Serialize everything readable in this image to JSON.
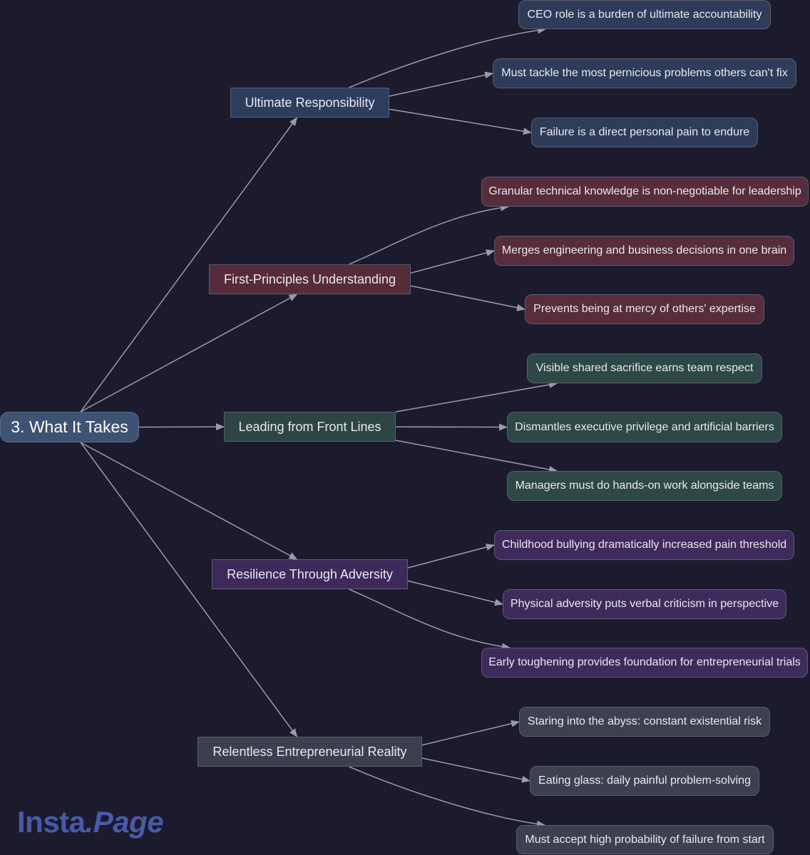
{
  "root": {
    "label": "3. What It Takes",
    "fill": "#3e5274"
  },
  "branches": [
    {
      "label": "Ultimate Responsibility",
      "fill": "#2e3d5c",
      "leafFill": "#2f3c59",
      "children": [
        "CEO role is a burden of ultimate accountability",
        "Must tackle the most pernicious problems others can't fix",
        "Failure is a direct personal pain to endure"
      ]
    },
    {
      "label": "First-Principles Understanding",
      "fill": "#562c3a",
      "leafFill": "#572d3b",
      "children": [
        "Granular technical knowledge is non-negotiable for leadership",
        "Merges engineering and business decisions in one brain",
        "Prevents being at mercy of others' expertise"
      ]
    },
    {
      "label": "Leading from Front Lines",
      "fill": "#2d4644",
      "leafFill": "#2e4845",
      "children": [
        "Visible shared sacrifice earns team respect",
        "Dismantles executive privilege and artificial barriers",
        "Managers must do hands-on work alongside teams"
      ]
    },
    {
      "label": "Resilience Through Adversity",
      "fill": "#3e2a5a",
      "leafFill": "#3f2b5b",
      "children": [
        "Childhood bullying dramatically increased pain threshold",
        "Physical adversity puts verbal criticism in perspective",
        "Early toughening provides foundation for entrepreneurial trials"
      ]
    },
    {
      "label": "Relentless Entrepreneurial Reality",
      "fill": "#3c3f4e",
      "leafFill": "#3d404f",
      "children": [
        "Staring into the abyss: constant existential risk",
        "Eating glass: daily painful problem-solving",
        "Must accept high probability of failure from start"
      ]
    }
  ],
  "edgeColor": "#9a9aaa",
  "logo": {
    "part1": "Insta",
    "dot": ".",
    "part2": "Page",
    "color": "#4a5aa8"
  }
}
